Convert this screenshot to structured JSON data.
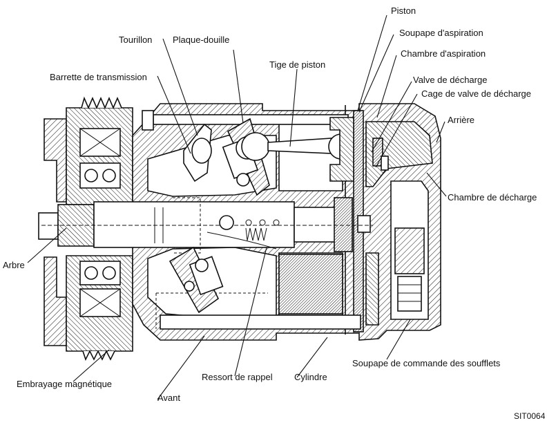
{
  "diagram": {
    "labels": {
      "piston": "Piston",
      "soupape_aspiration": "Soupape d'aspiration",
      "chambre_aspiration": "Chambre d'aspiration",
      "valve_decharge": "Valve de décharge",
      "cage_valve": "Cage de valve de décharge",
      "arriere": "Arrière",
      "chambre_decharge": "Chambre de décharge",
      "tourillon": "Tourillon",
      "plaque_douille": "Plaque-douille",
      "tige_piston": "Tige de piston",
      "barrette": "Barrette de transmission",
      "arbre": "Arbre",
      "embrayage": "Embrayage magnétique",
      "avant": "Avant",
      "ressort": "Ressort de rappel",
      "cylindre": "Cylindre",
      "soupape_commande": "Soupape de commande des soufflets"
    },
    "figure_code": "SIT0064"
  }
}
